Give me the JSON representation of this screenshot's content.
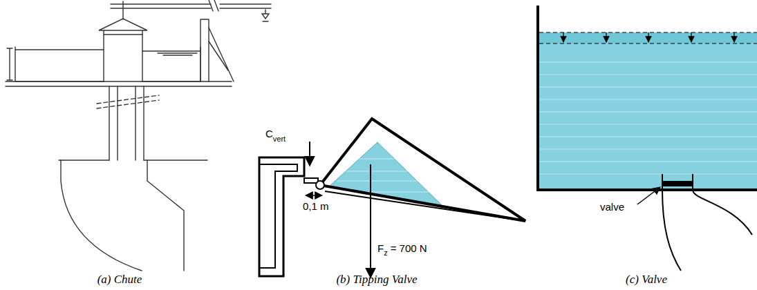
{
  "diagram": {
    "labels": [
      "C",
      "vert",
      "0,1 m",
      "F",
      "z",
      "= 700 N",
      "valve",
      "(a) Chute",
      "(b) Tipping Valve",
      "(c) Valve"
    ]
  }
}
